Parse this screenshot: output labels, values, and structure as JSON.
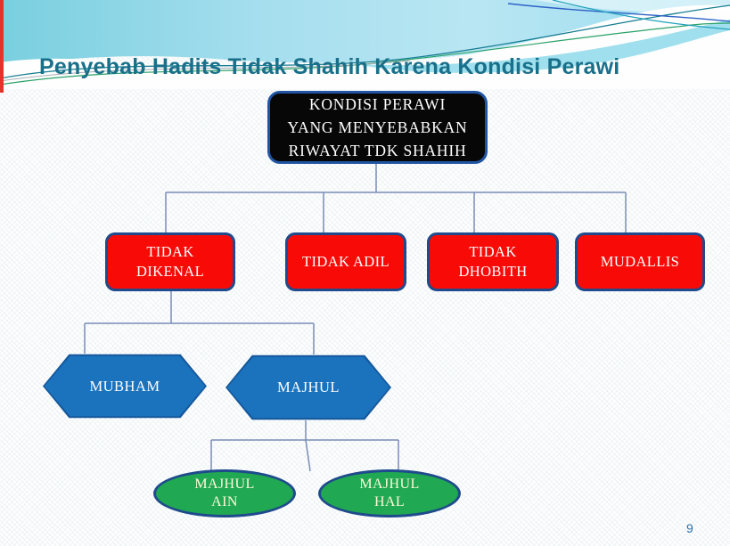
{
  "slide": {
    "title": "Penyebab Hadits Tidak Shahih Karena Kondisi Perawi",
    "page_number": "9"
  },
  "diagram": {
    "root": {
      "lines": [
        "KONDISI PERAWI",
        "YANG MENYEBABKAN",
        "RIWAYAT TDK SHAHIH"
      ]
    },
    "level1": [
      {
        "lines": [
          "TIDAK",
          "DIKENAL"
        ]
      },
      {
        "lines": [
          "TIDAK ADIL"
        ]
      },
      {
        "lines": [
          "TIDAK",
          "DHOBITH"
        ]
      },
      {
        "lines": [
          "MUDALLIS"
        ]
      }
    ],
    "level2": [
      {
        "label": "MUBHAM"
      },
      {
        "label": "MAJHUL"
      }
    ],
    "level3": [
      {
        "lines": [
          "MAJHUL",
          "AIN"
        ]
      },
      {
        "lines": [
          "MAJHUL",
          "HAL"
        ]
      }
    ]
  },
  "colors": {
    "title_text": "#19708A",
    "root_fill": "#070707",
    "branch_fill": "#F80B07",
    "hexagon_fill": "#1B73BE",
    "ellipse_fill": "#21A852",
    "node_border": "#1F4B8C",
    "connector": "#7A8CB8",
    "ellipse_text": "#FCFADC",
    "page_number_text": "#2A6EA5",
    "header_band": "#8FD9EA",
    "left_accent": "#E5352B"
  }
}
